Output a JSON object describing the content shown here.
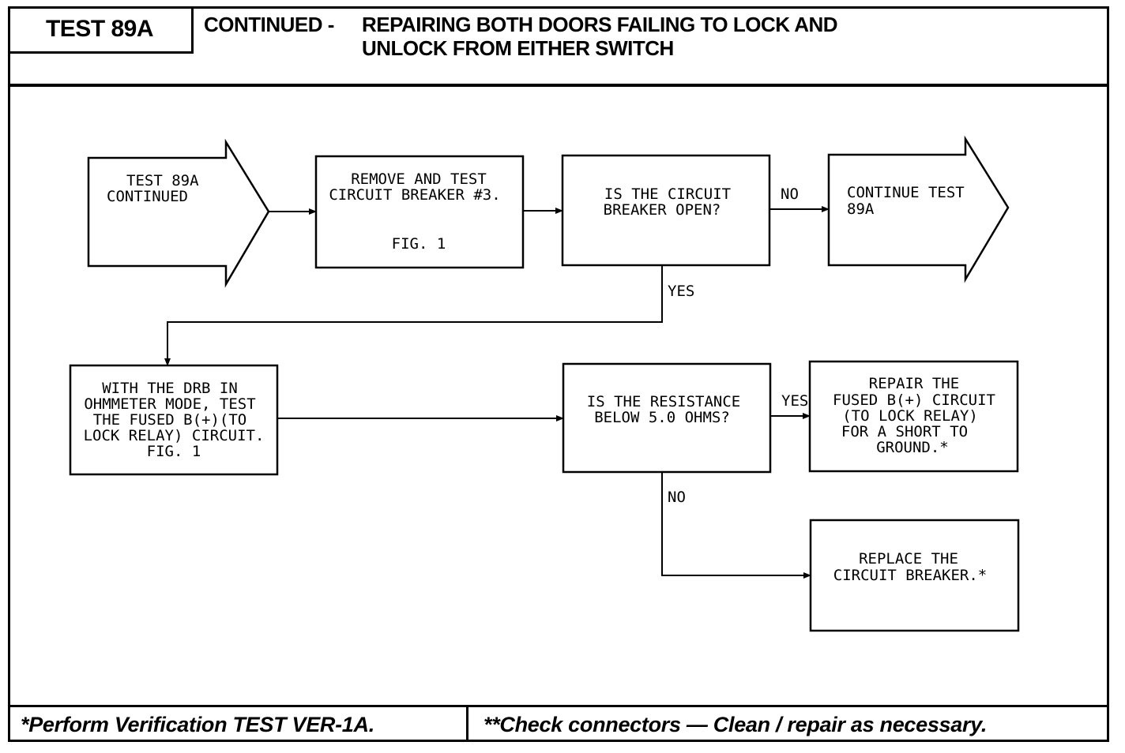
{
  "header": {
    "test_id": "TEST 89A",
    "title_prefix": "CONTINUED -",
    "title_line1": "REPAIRING BOTH DOORS FAILING TO LOCK AND",
    "title_line2": "UNLOCK FROM EITHER SWITCH"
  },
  "flow": {
    "start": [
      "TEST 89A",
      "CONTINUED"
    ],
    "remove_test": [
      "REMOVE AND TEST",
      "CIRCUIT BREAKER #3.",
      "FIG. 1"
    ],
    "q_open": [
      "IS THE CIRCUIT",
      "BREAKER OPEN?"
    ],
    "continue": [
      "CONTINUE TEST",
      "89A"
    ],
    "drb_test": [
      "WITH THE DRB IN",
      "OHMMETER MODE, TEST",
      "THE FUSED B(+)(TO",
      "LOCK RELAY) CIRCUIT.",
      "FIG. 1"
    ],
    "q_resistance": [
      "IS THE RESISTANCE",
      "BELOW 5.0 OHMS?"
    ],
    "repair_fused": [
      "REPAIR THE",
      "FUSED B(+) CIRCUIT",
      "(TO LOCK RELAY)",
      "FOR A SHORT TO",
      "GROUND.*"
    ],
    "replace_breaker": [
      "REPLACE THE",
      "CIRCUIT BREAKER.*"
    ],
    "labels": {
      "no1": "NO",
      "yes1": "YES",
      "yes2": "YES",
      "no2": "NO"
    }
  },
  "footer": {
    "left": "*Perform Verification TEST VER-1A.",
    "right": "**Check connectors — Clean / repair as necessary."
  }
}
